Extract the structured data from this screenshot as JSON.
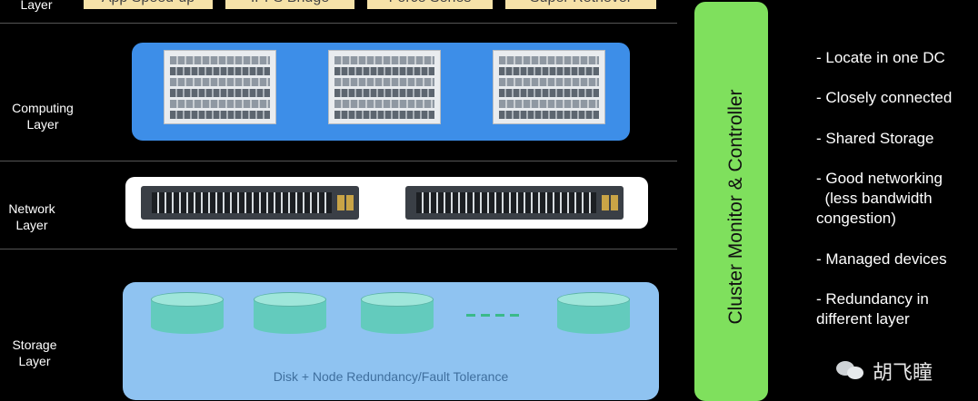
{
  "apps_layer": {
    "label": "Layer",
    "tags": [
      "App Speed-up",
      "IPFS Bridge",
      "Force Series",
      "Super Retriever"
    ]
  },
  "computing_layer": {
    "label_line1": "Computing",
    "label_line2": "Layer"
  },
  "network_layer": {
    "label_line1": "Network",
    "label_line2": "Layer"
  },
  "storage_layer": {
    "label_line1": "Storage",
    "label_line2": "Layer",
    "caption": "Disk + Node Redundancy/Fault Tolerance"
  },
  "monitor": {
    "label": "Cluster Monitor & Controller"
  },
  "features": [
    "- Locate in one DC",
    "- Closely connected",
    "- Shared Storage",
    "- Good networking",
    "  (less bandwidth",
    "congestion)",
    "- Managed devices",
    "- Redundancy in",
    "different layer"
  ],
  "watermark": {
    "text": "胡飞瞳",
    "icon": "wechat-icon"
  },
  "colors": {
    "background": "#000000",
    "compute_box": "#3d8ee8",
    "storage_box": "#8fc3f1",
    "monitor_bar": "#7fe05d",
    "tag_bg": "#f6e2a8"
  }
}
